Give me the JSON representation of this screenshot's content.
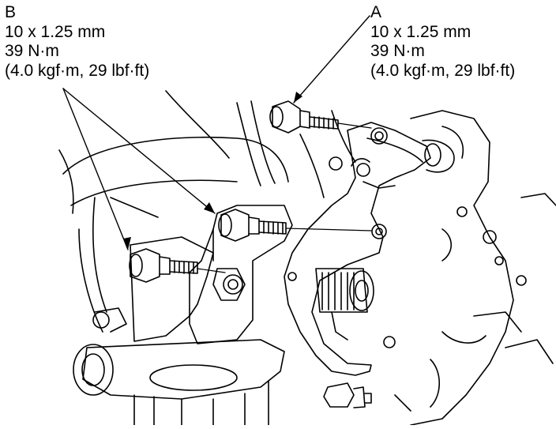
{
  "callouts": {
    "b": {
      "letter": "B",
      "size": "10 x 1.25 mm",
      "torque_nm": "39 N·m",
      "torque_alt": "(4.0 kgf·m, 29 lbf·ft)"
    },
    "a": {
      "letter": "A",
      "size": "10 x 1.25 mm",
      "torque_nm": "39 N·m",
      "torque_alt": "(4.0 kgf·m, 29 lbf·ft)"
    }
  },
  "colors": {
    "ink": "#000000",
    "paper": "#ffffff"
  }
}
